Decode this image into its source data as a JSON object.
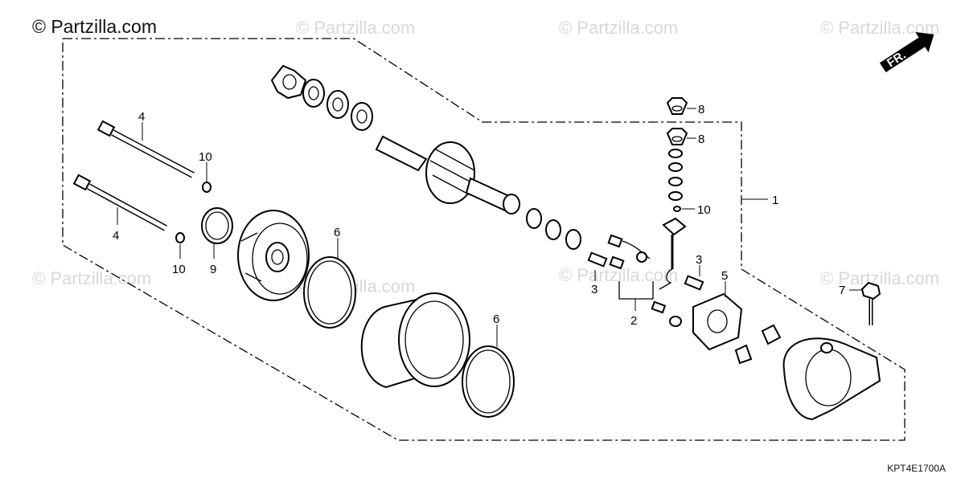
{
  "brand": {
    "text": "© Partzilla.com"
  },
  "watermarks": [
    {
      "text": "© Partzilla.com"
    },
    {
      "text": "© Partzilla.com"
    },
    {
      "text": "© Partzilla.com"
    },
    {
      "text": "© Partzilla.com"
    },
    {
      "text": "© Partzilla.com"
    },
    {
      "text": "© Partzilla.com"
    },
    {
      "text": "© Partzilla.com"
    }
  ],
  "direction_label": "FR.",
  "diagram_code": "KPT4E1700A",
  "callouts": {
    "c1": "1",
    "c2": "2",
    "c3a": "3",
    "c3b": "3",
    "c4a": "4",
    "c4b": "4",
    "c5": "5",
    "c6a": "6",
    "c6b": "6",
    "c7": "7",
    "c8a": "8",
    "c8b": "8",
    "c9": "9",
    "c10a": "10",
    "c10b": "10",
    "c10c": "10"
  }
}
